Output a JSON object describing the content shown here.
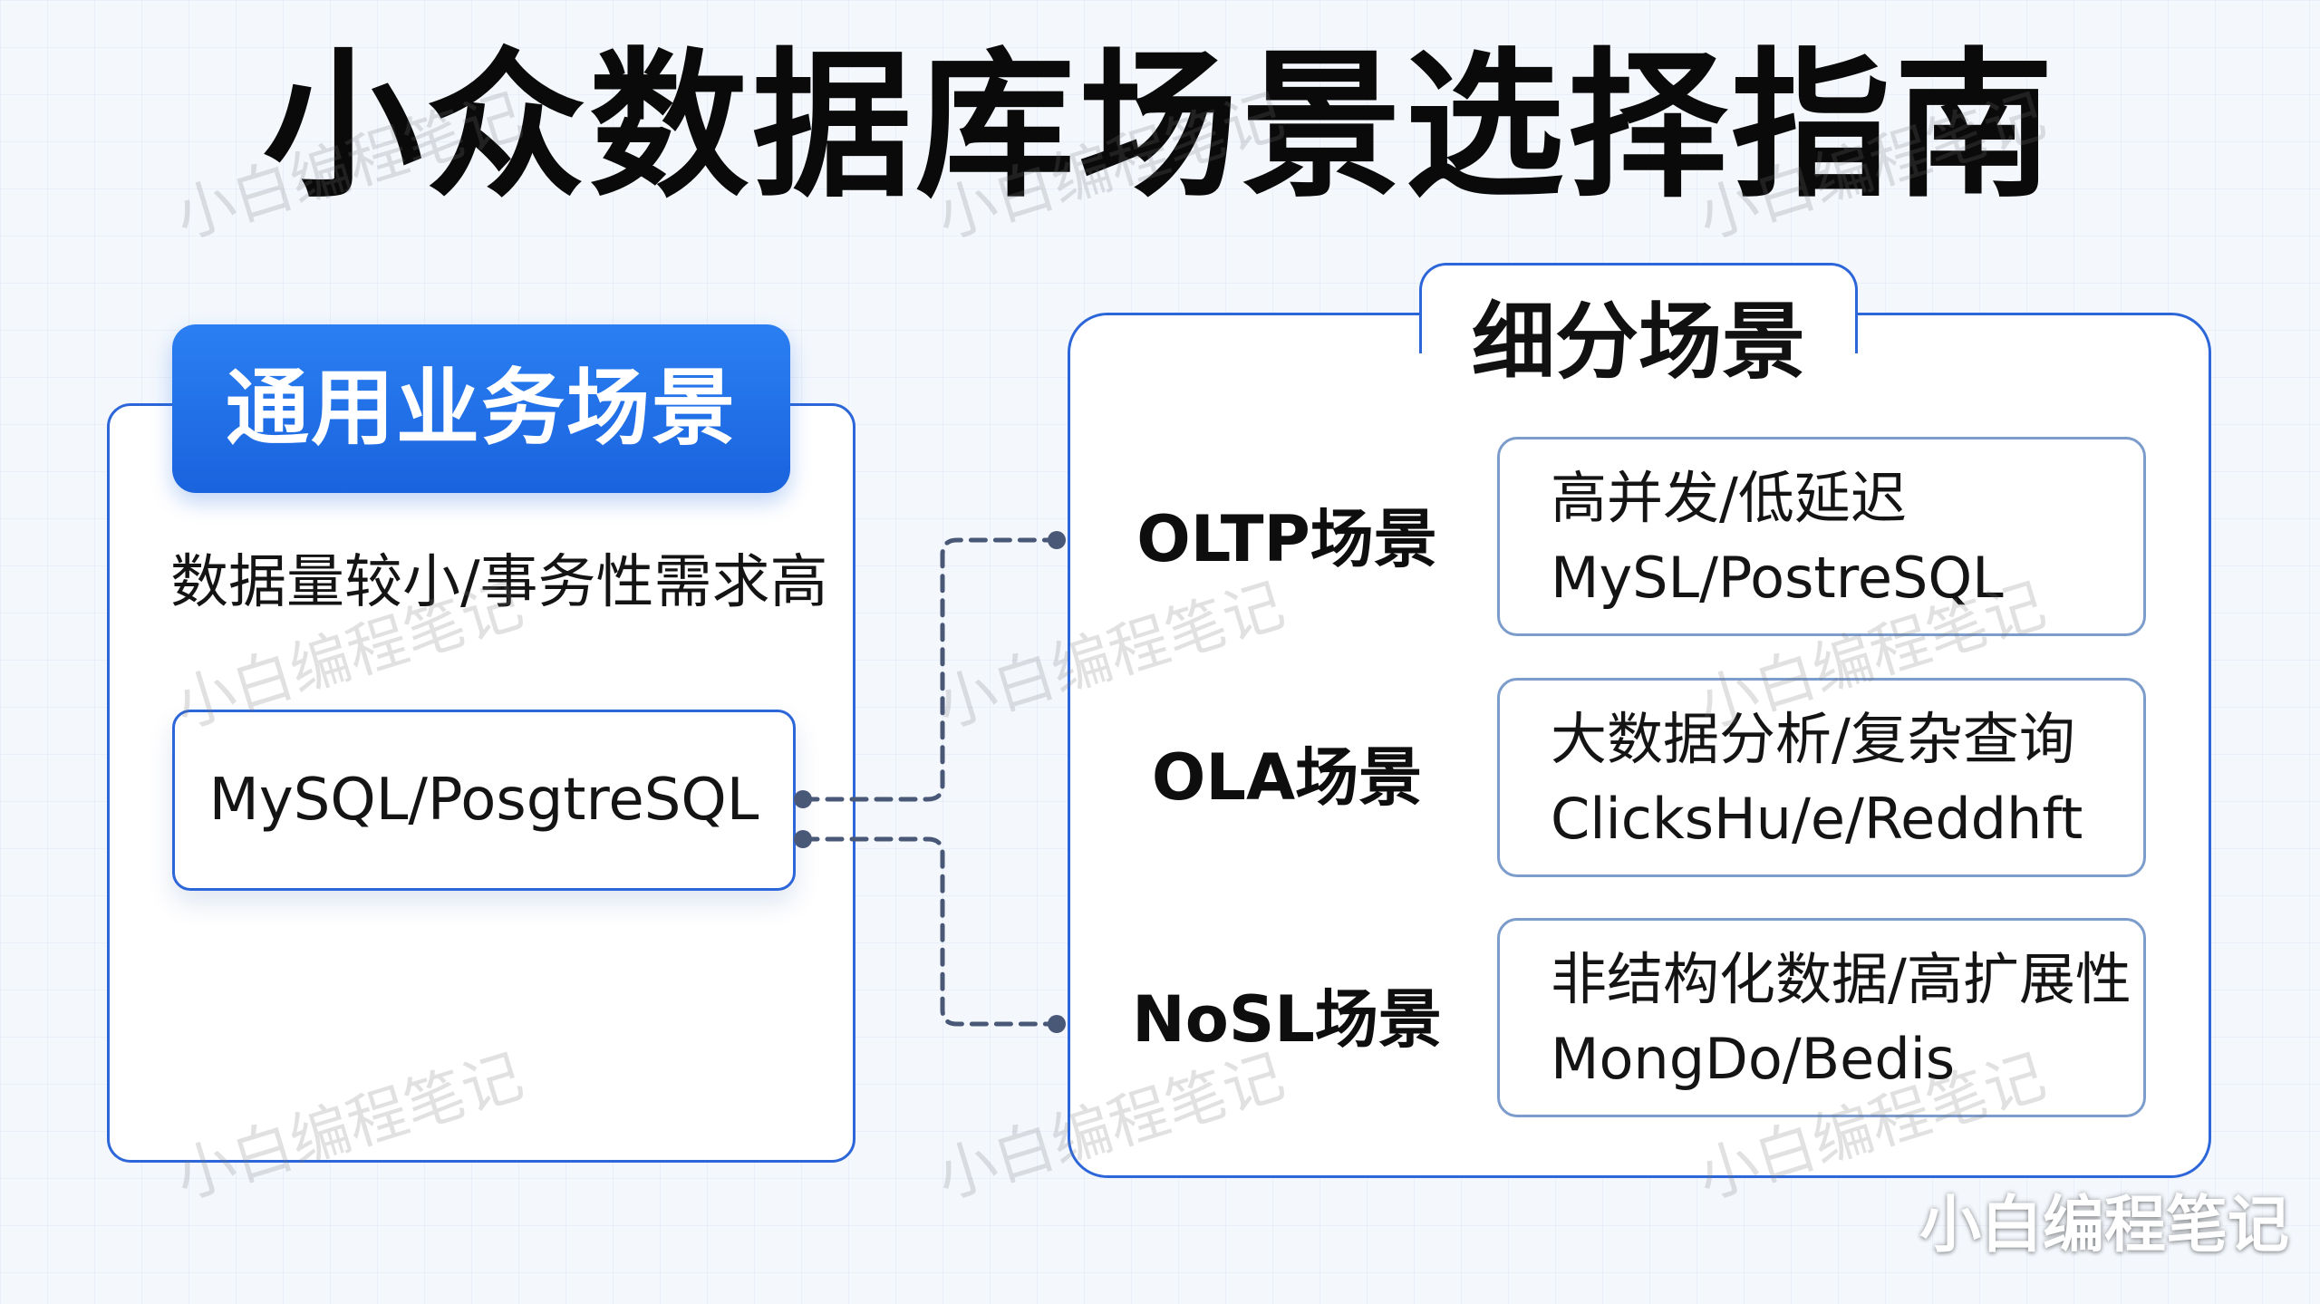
{
  "title": "小众数据库场景选择指南",
  "left": {
    "header": "通用业务场景",
    "description": "数据量较小/事务性需求高",
    "database": "MySQL/PosgtreSQL"
  },
  "right": {
    "header": "细分场景",
    "scenarios": [
      {
        "label": "OLTP场景",
        "line1": "高并发/低延迟",
        "line2": "MySL/PostreSQL"
      },
      {
        "label": "OLA场景",
        "line1": "大数据分析/复杂查询",
        "line2": "ClicksHu/e/Reddhft"
      },
      {
        "label": "NoSL场景",
        "line1": "非结构化数据/高扩展性",
        "line2": "MongDo/Bedis"
      }
    ]
  },
  "watermark": "小白编程笔记",
  "corner_mark": "小白编程笔记",
  "colors": {
    "accent": "#1f6ce6",
    "border": "#2c66d8",
    "connector": "#4a5878"
  }
}
